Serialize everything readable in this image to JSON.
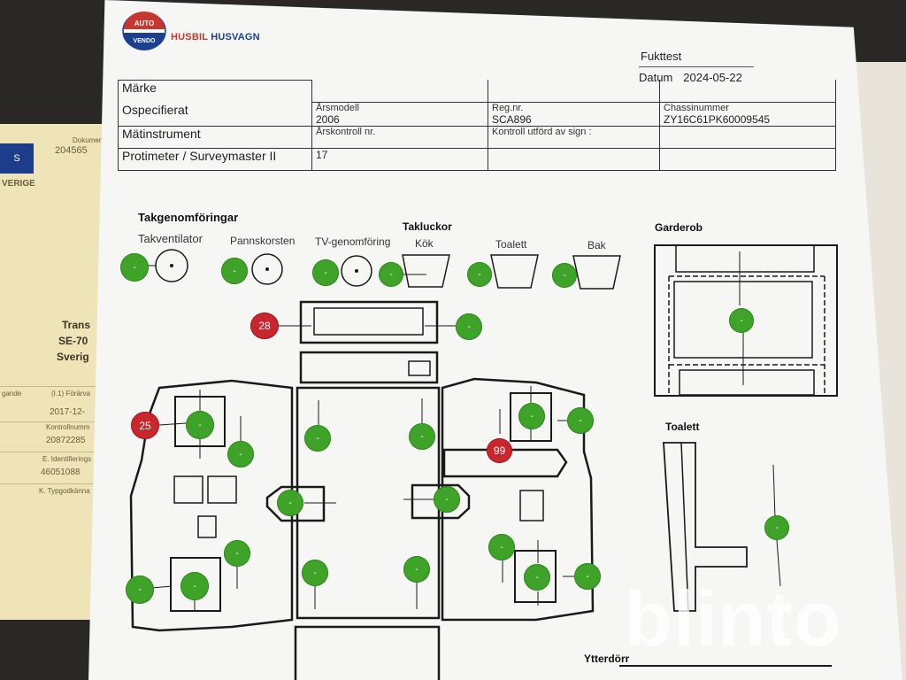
{
  "background_doc": {
    "country": "S",
    "country_name": "VERIGE",
    "doc_label": "Dokument",
    "doc_no": "204565",
    "line1": "Trans",
    "line2": "SE-70",
    "line3": "Sverig",
    "field1": "gande",
    "field1_right": "(I.1) Förärva",
    "field2_val": "2017-12-",
    "field3": "Kontrollnumm",
    "field3_val": "20872285",
    "field4": "E. Identifierings",
    "field4_val": "46051088",
    "field5": "K. Typgodkänna"
  },
  "brand": {
    "logo_top": "AUTO",
    "logo_bottom": "VENDO",
    "text1": "HUSBIL",
    "text2": "HUSVAGN"
  },
  "title": {
    "name": "Fukttest",
    "date_label": "Datum",
    "date": "2024-05-22"
  },
  "header_table": {
    "make_label": "Märke",
    "make_value": "Ospecifierat",
    "model_year_label": "Årsmodell",
    "model_year": "2006",
    "reg_label": "Reg.nr.",
    "reg": "SCA896",
    "chassis_label": "Chassinummer",
    "chassis": "ZY16C61PK60009545",
    "instrument_label": "Mätinstrument",
    "instrument": "Protimeter / Surveymaster II",
    "annual_label": "Årskontroll nr.",
    "annual": "17",
    "signed_label": "Kontroll utförd av sign :"
  },
  "sections": {
    "roof_pen": "Takgenomföringar",
    "vent": "Takventilator",
    "pan": "Pannskorsten",
    "tv": "TV-genomföring",
    "hatches": "Takluckor",
    "kitchen": "Kök",
    "toilet": "Toalett",
    "rear": "Bak",
    "wardrobe": "Garderob",
    "toilet2": "Toalett",
    "outer_door": "Ytterdörr"
  },
  "readings": {
    "green": "-",
    "r1": "28",
    "r2": "25",
    "r3": "99"
  },
  "watermark": "blinto",
  "colors": {
    "green": "#3fa32a",
    "red": "#c9262d",
    "brand_blue": "#1c3f8f"
  }
}
